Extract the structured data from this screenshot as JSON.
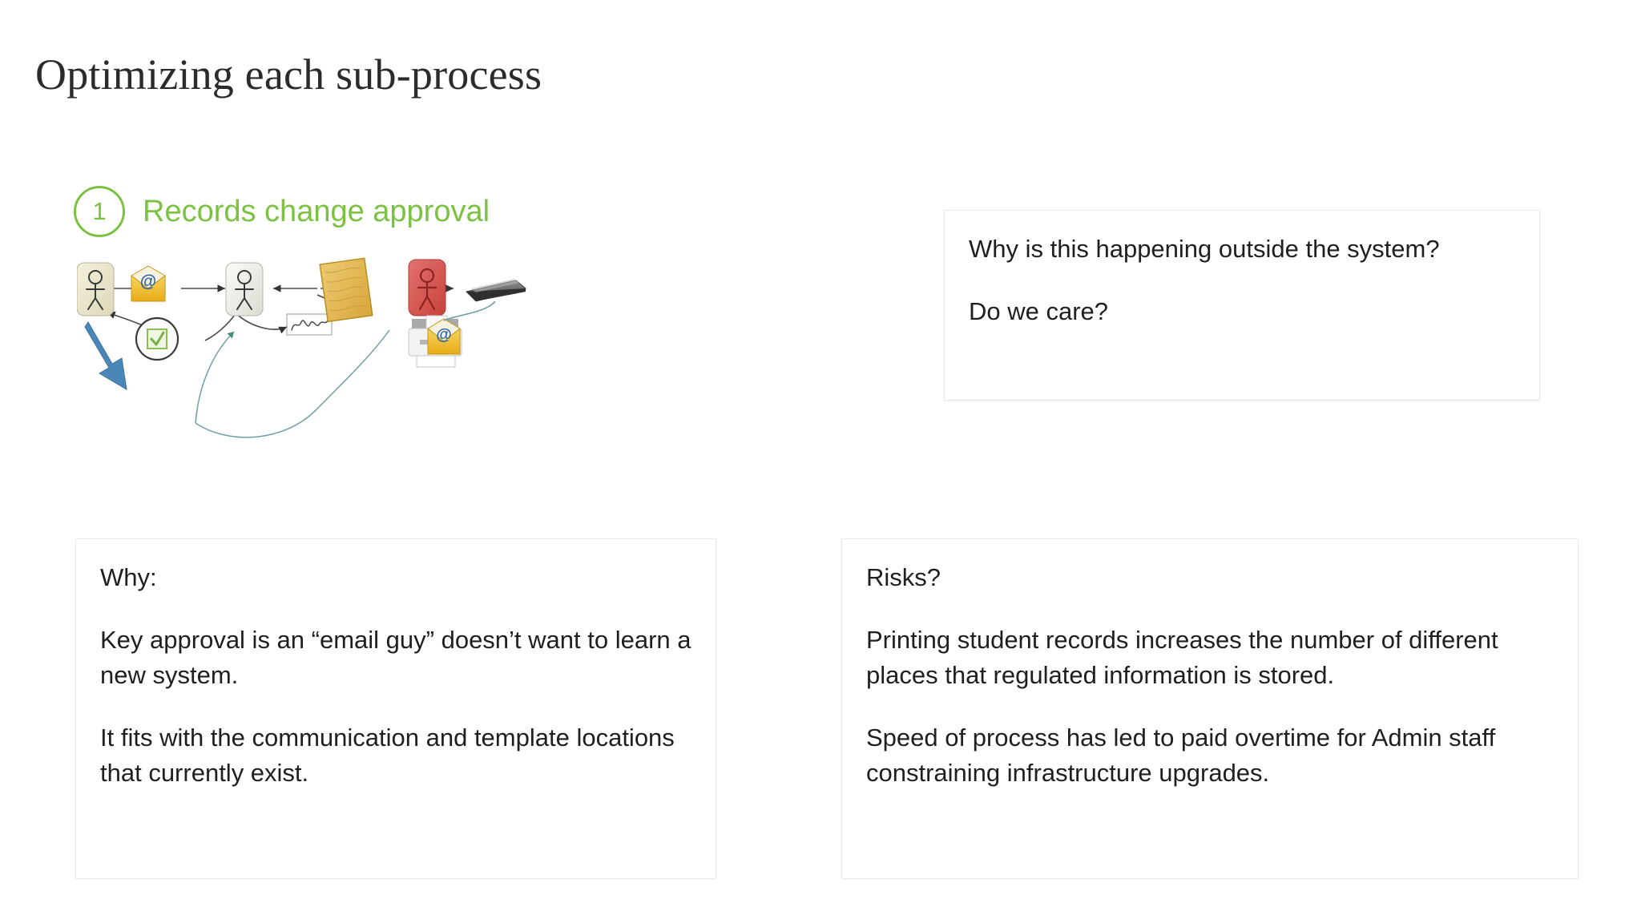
{
  "slide": {
    "title": "Optimizing each sub-process",
    "accent_green": "#7cc242",
    "arrow_blue": "#4a86b8",
    "border_gray": "#e9e9ec",
    "background": "#ffffff"
  },
  "step": {
    "number": "1",
    "label": "Records change approval"
  },
  "diagram": {
    "title": "records change approval process flow",
    "nodes": [
      {
        "name": "requester-person",
        "kind": "person-card",
        "color": "#e8e4cc"
      },
      {
        "name": "email-envelope-1",
        "kind": "email-envelope",
        "color": "#f2c230"
      },
      {
        "name": "approver-person",
        "kind": "person-card",
        "color": "#e6e6e0"
      },
      {
        "name": "approval-checkmark",
        "kind": "check-circle",
        "color": "#8cc152"
      },
      {
        "name": "signature-box",
        "kind": "signature",
        "color": "#8a8a8a"
      },
      {
        "name": "paper-document",
        "kind": "document",
        "color": "#e2b03c"
      },
      {
        "name": "admin-person",
        "kind": "person-card",
        "color": "#d9534f"
      },
      {
        "name": "printer",
        "kind": "printer",
        "color": "#efefef"
      },
      {
        "name": "scanner",
        "kind": "scanner",
        "color": "#5c5c5c"
      },
      {
        "name": "email-envelope-2",
        "kind": "email-envelope",
        "color": "#f2c230"
      }
    ],
    "annotations": [
      {
        "name": "blue-emphasis-arrow",
        "color": "#4a86b8"
      },
      {
        "name": "feedback-loop-arrow-left",
        "color": "#6f9fa3"
      },
      {
        "name": "feedback-loop-arrow-right",
        "color": "#6f9fa3"
      }
    ]
  },
  "callouts": {
    "question": {
      "name": "why-outside-system",
      "lines": [
        "Why is this happening outside the system?",
        "Do we care?"
      ]
    },
    "why": {
      "name": "why-rationale",
      "heading": "Why:",
      "lines": [
        "Key approval is an “email guy” doesn’t want to learn a new system.",
        "It fits with the communication and template locations that currently exist."
      ]
    },
    "risks": {
      "name": "risks",
      "heading": "Risks?",
      "lines": [
        "Printing student records increases the number of different places that regulated information is stored.",
        "Speed of process has led to paid overtime for Admin staff constraining infrastructure upgrades."
      ]
    }
  }
}
